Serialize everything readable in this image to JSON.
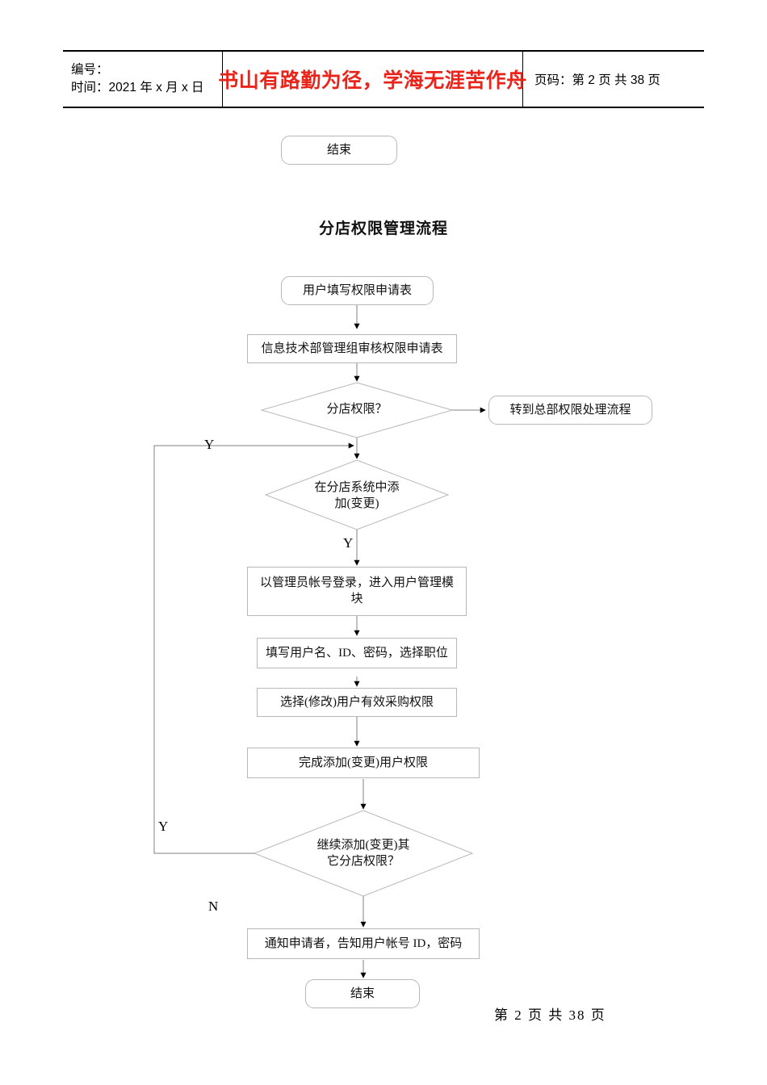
{
  "header": {
    "code_label": "编号：",
    "date_label": "时间：2021 年 x 月 x 日",
    "motto": "书山有路勤为径，学海无涯苦作舟",
    "motto_color": "#e8241b",
    "page_label": "页码：第 2 页  共 38 页"
  },
  "flow": {
    "title": "分店权限管理流程",
    "orphan_end": "结束",
    "nodes": [
      {
        "id": "n1",
        "label": "用户填写权限申请表",
        "shape": "rounded-rect"
      },
      {
        "id": "n2",
        "label": "信息技术部管理组审核权限申请表",
        "shape": "rect"
      },
      {
        "id": "d1",
        "label": "分店权限？",
        "shape": "diamond"
      },
      {
        "id": "n3",
        "label": "转到总部权限处理流程",
        "shape": "rounded-rect"
      },
      {
        "id": "d2",
        "label": "在分店系统中添\n加(变更)",
        "shape": "diamond"
      },
      {
        "id": "n4",
        "label": "以管理员帐号登录，进入用户管理模\n块",
        "shape": "rect"
      },
      {
        "id": "n5",
        "label": "填写用户名、ID、密码，选择职位",
        "shape": "rect"
      },
      {
        "id": "n6",
        "label": "选择(修改)用户有效采购权限",
        "shape": "rect"
      },
      {
        "id": "n7",
        "label": "完成添加(变更)用户权限",
        "shape": "rect"
      },
      {
        "id": "d3",
        "label": "继续添加(变更)其\n它分店权限？",
        "shape": "diamond"
      },
      {
        "id": "n8",
        "label": "通知申请者，告知用户帐号 ID，密码",
        "shape": "rect"
      },
      {
        "id": "n9",
        "label": "结束",
        "shape": "rounded-rect"
      }
    ],
    "branch_labels": [
      {
        "id": "y-top",
        "text": "Y"
      },
      {
        "id": "y-middle",
        "text": "Y"
      },
      {
        "id": "y-bottom",
        "text": "Y"
      },
      {
        "id": "n-bottom",
        "text": "N"
      }
    ],
    "line_color": "#b8b8b8",
    "arrow_color": "#000000"
  },
  "footer": {
    "page_text": "第 2 页 共 38 页"
  }
}
